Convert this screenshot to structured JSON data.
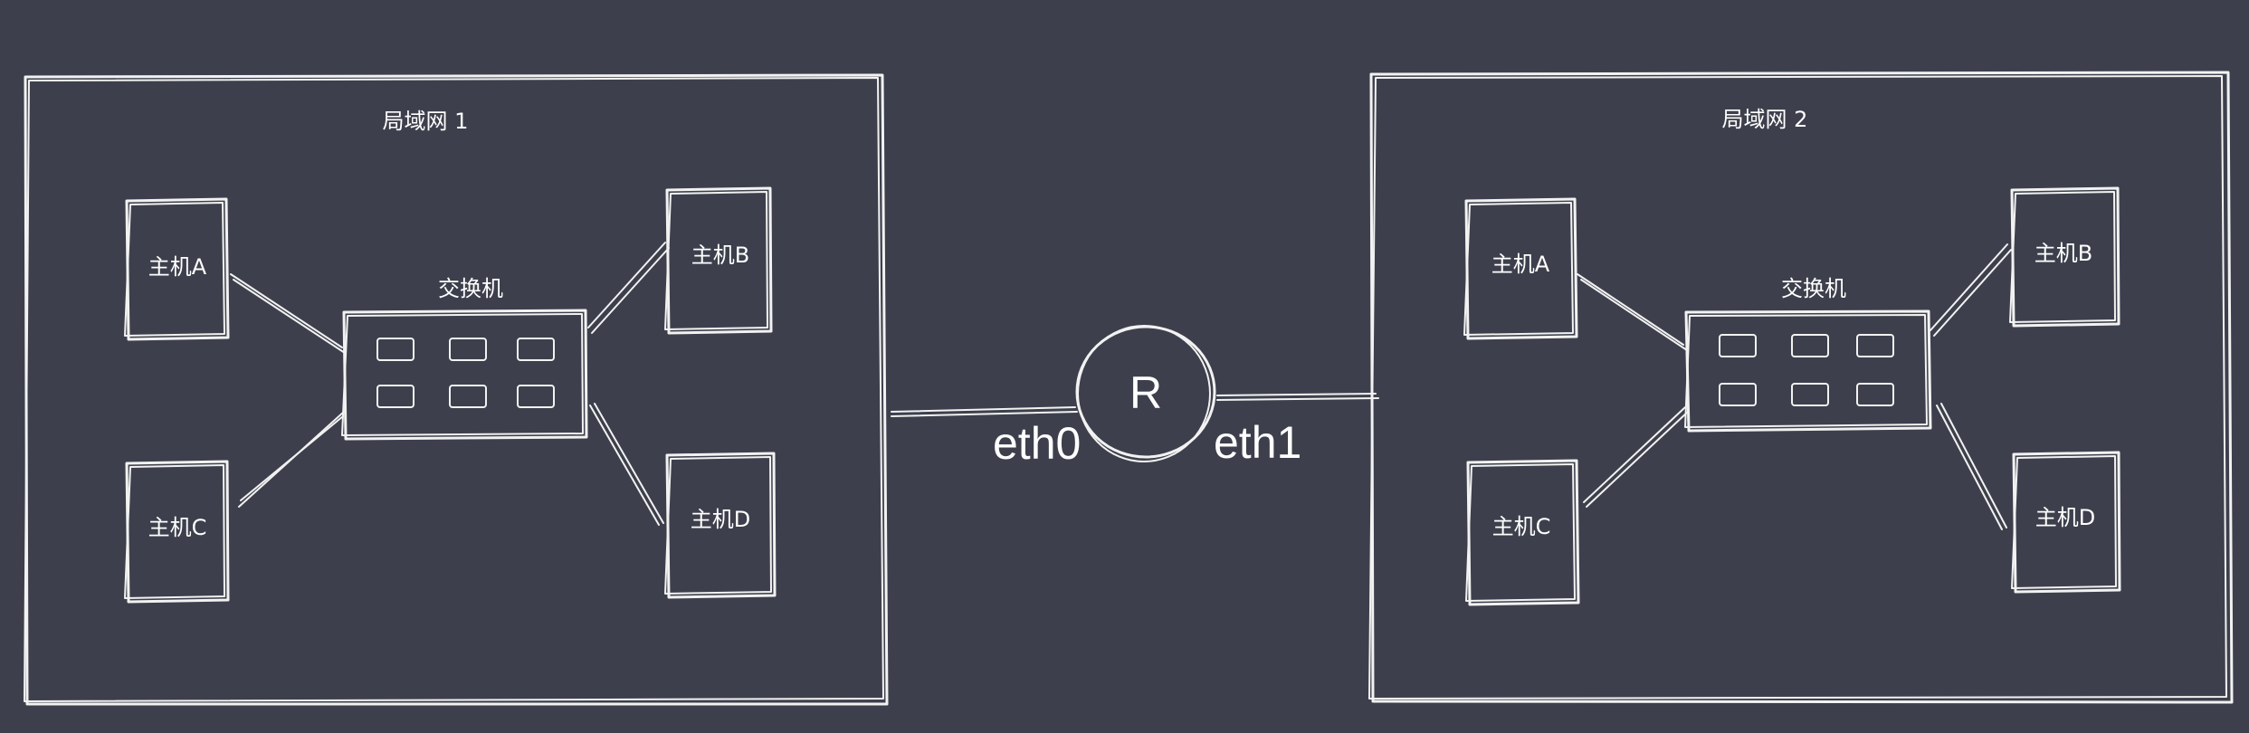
{
  "lan1": {
    "title": "局域网 1",
    "switch_label": "交换机",
    "hosts": {
      "a": "主机A",
      "b": "主机B",
      "c": "主机C",
      "d": "主机D"
    }
  },
  "lan2": {
    "title": "局域网 2",
    "switch_label": "交换机",
    "hosts": {
      "a": "主机A",
      "b": "主机B",
      "c": "主机C",
      "d": "主机D"
    }
  },
  "router": {
    "label": "R",
    "iface_left": "eth0",
    "iface_right": "eth1"
  }
}
